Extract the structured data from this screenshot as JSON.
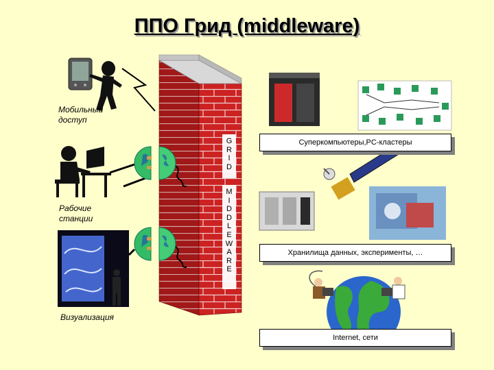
{
  "title": "ППО Грид (middleware)",
  "labels": {
    "mobile_access": "Мобильный доступ",
    "workstations": "Рабочие станции",
    "visualization": "Визуализация"
  },
  "wall": {
    "grid_letters": "G\nR\nI\nD",
    "middleware_letters": "M\nI\nD\nD\nL\nE\nW\nA\nR\nE"
  },
  "boxes": {
    "supercomputers": "Суперкомпьютеры,PC-кластеры",
    "storage": "Хранилища данных, эксперименты, …",
    "internet": "Internet, сети"
  },
  "colors": {
    "background": "#ffffcc",
    "brick": "#cc2222",
    "mortar": "#e8c0c0"
  }
}
